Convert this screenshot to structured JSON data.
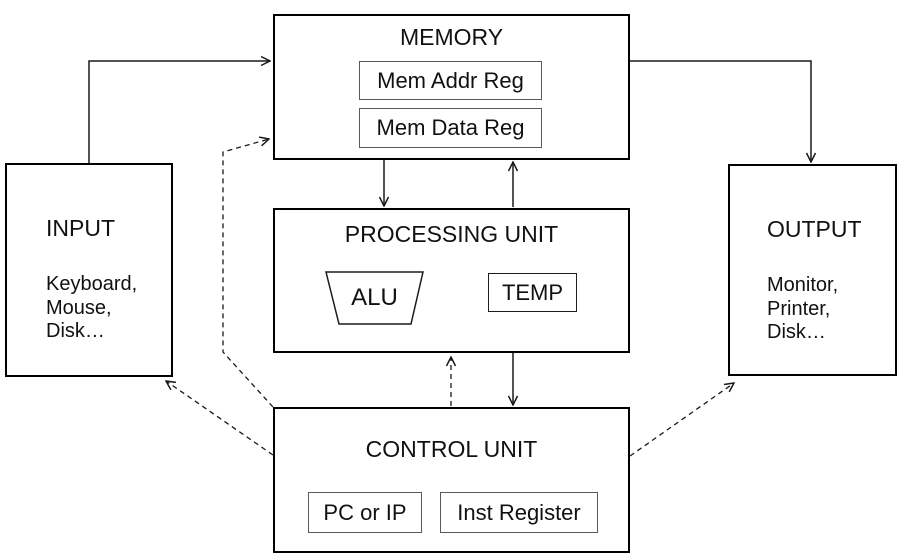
{
  "diagram": {
    "nodes": {
      "memory": {
        "title": "MEMORY",
        "mem_addr_reg": "Mem Addr Reg",
        "mem_data_reg": "Mem Data Reg"
      },
      "processing_unit": {
        "title": "PROCESSING UNIT",
        "alu": "ALU",
        "temp": "TEMP"
      },
      "control_unit": {
        "title": "CONTROL UNIT",
        "pc": "PC or IP",
        "inst_register": "Inst Register"
      },
      "input": {
        "title": "INPUT",
        "devices": [
          "Keyboard,",
          "Mouse,",
          "Disk…"
        ]
      },
      "output": {
        "title": "OUTPUT",
        "devices": [
          "Monitor,",
          "Printer,",
          "Disk…"
        ]
      }
    },
    "edges": [
      {
        "from": "input",
        "to": "memory",
        "style": "solid"
      },
      {
        "from": "memory",
        "to": "output",
        "style": "solid"
      },
      {
        "from": "memory",
        "to": "processing_unit",
        "style": "solid"
      },
      {
        "from": "processing_unit",
        "to": "memory",
        "style": "solid"
      },
      {
        "from": "processing_unit",
        "to": "control_unit",
        "style": "solid"
      },
      {
        "from": "control_unit",
        "to": "processing_unit",
        "style": "dashed"
      },
      {
        "from": "control_unit",
        "to": "memory",
        "style": "dashed"
      },
      {
        "from": "control_unit",
        "to": "input",
        "style": "dashed"
      },
      {
        "from": "control_unit",
        "to": "output",
        "style": "dashed"
      }
    ],
    "colors": {
      "stroke": "#1a1a1a",
      "box_border": "#000000",
      "inner_box_border": "#5a5a5a",
      "text": "#111111",
      "background": "#ffffff"
    }
  }
}
